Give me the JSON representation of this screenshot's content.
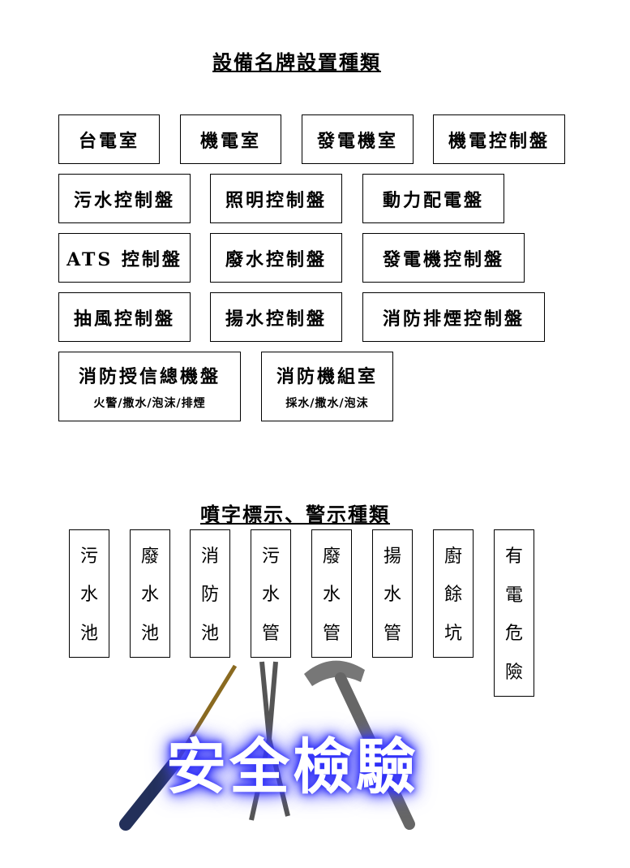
{
  "section1": {
    "title": "設備名牌設置種類",
    "plates": [
      {
        "label": "台電室"
      },
      {
        "label": "機電室"
      },
      {
        "label": "發電機室"
      },
      {
        "label": "機電控制盤"
      },
      {
        "label": "污水控制盤"
      },
      {
        "label": "照明控制盤"
      },
      {
        "label": "動力配電盤"
      },
      {
        "label": "ATS 控制盤"
      },
      {
        "label": "廢水控制盤"
      },
      {
        "label": "發電機控制盤"
      },
      {
        "label": "抽風控制盤"
      },
      {
        "label": "揚水控制盤"
      },
      {
        "label": "消防排煙控制盤"
      },
      {
        "label": "消防授信總機盤",
        "sub": "火警/撒水/泡沫/排煙"
      },
      {
        "label": "消防機組室",
        "sub": "採水/撒水/泡沫"
      }
    ]
  },
  "section2": {
    "title": "噴字標示、警示種類",
    "signs": [
      [
        "污",
        "水",
        "池"
      ],
      [
        "廢",
        "水",
        "池"
      ],
      [
        "消",
        "防",
        "池"
      ],
      [
        "污",
        "水",
        "管"
      ],
      [
        "廢",
        "水",
        "管"
      ],
      [
        "揚",
        "水",
        "管"
      ],
      [
        "廚",
        "餘",
        "坑"
      ],
      [
        "有",
        "電",
        "危",
        "險"
      ]
    ]
  },
  "logo": {
    "text": "安全檢驗"
  }
}
